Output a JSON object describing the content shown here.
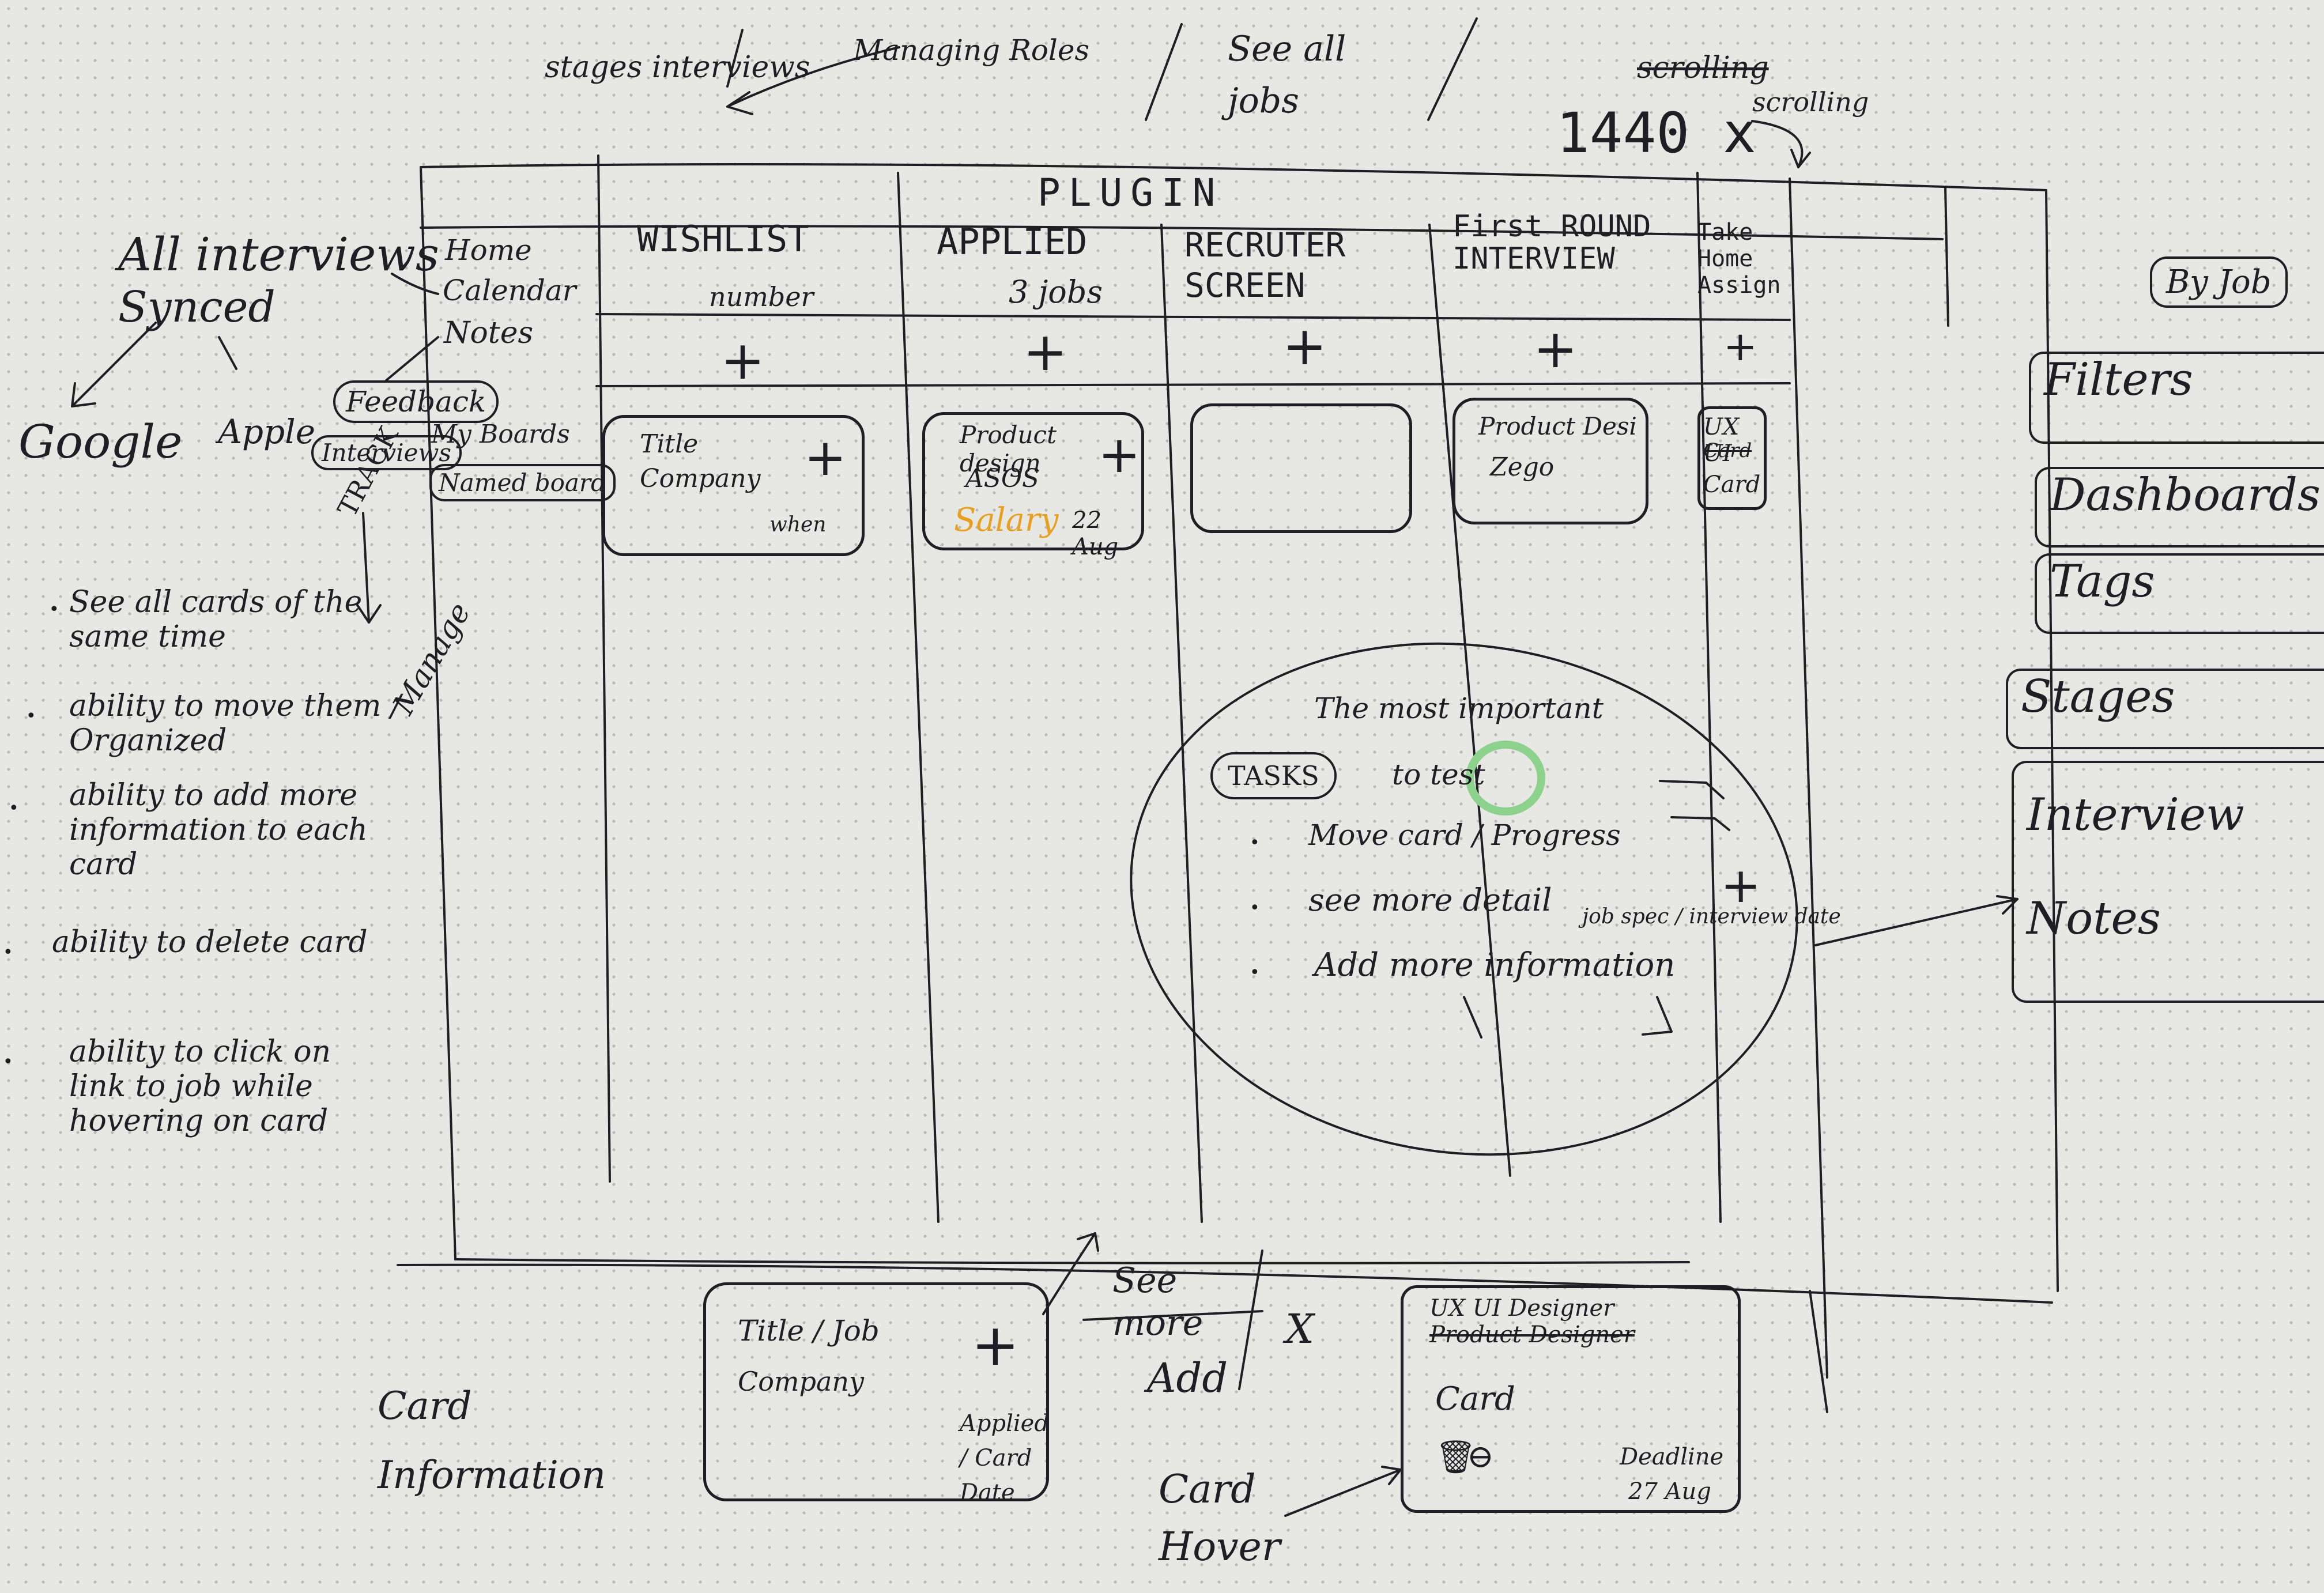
{
  "top_notes": {
    "stages_interviews": "stages interviews",
    "managing_roles": "Managing Roles",
    "see_all_jobs": "See all jobs",
    "scrolling_struck": "scrolling",
    "scrolling": "scrolling",
    "width": "1440 x"
  },
  "header": {
    "plugin": "PLUGIN"
  },
  "sidebar": {
    "home": "Home",
    "calendar": "Calendar",
    "notes": "Notes",
    "feedback": "Feedback",
    "interviews": "Interviews",
    "my_boards": "My Boards",
    "named_board": "Named board"
  },
  "left_notes": {
    "all_interviews": "All interviews",
    "synced": "Synced",
    "google": "Google",
    "apple": "Apple",
    "track": "TRACK",
    "manage": "Manage",
    "bullets": [
      "See all cards of the same time",
      "ability to move them / Organized",
      "ability to add more information to each card",
      "ability to delete card",
      "ability to click on link to job while hovering on card"
    ]
  },
  "columns": [
    {
      "title": "WISHLIST",
      "sub": "number"
    },
    {
      "title": "APPLIED",
      "sub": "3 jobs"
    },
    {
      "title": "RECRUTER SCREEN",
      "sub": ""
    },
    {
      "title": "First ROUND INTERVIEW",
      "sub": ""
    },
    {
      "title": "Take Home Assign",
      "sub": ""
    }
  ],
  "cards": {
    "wishlist": {
      "title": "Title",
      "company": "Company",
      "when": "when"
    },
    "applied": {
      "title": "Product design",
      "company": "ASOS",
      "salary": "Salary",
      "date": "22 Aug"
    },
    "first_round": {
      "title": "Product Desi",
      "company": "Zego"
    },
    "take_home": {
      "title": "UX UI",
      "struck": "Card",
      "company": "Card"
    }
  },
  "right_tabs": {
    "by_job": "By Job",
    "items": [
      "Filters",
      "Dashboards",
      "Tags",
      "Stages",
      "Interview",
      "Notes"
    ]
  },
  "tasks_note": {
    "heading": "The most important",
    "tasks": "TASKS",
    "to_test": "to test",
    "items": [
      "Move card / Progress",
      "see more detail",
      "Add more information"
    ],
    "job_spec": "job spec / interview date"
  },
  "bottom": {
    "card_information": "Card Information",
    "card_title": "Title / Job",
    "card_company": "Company",
    "applied_date": "Applied / Card Date",
    "see_more": "See more",
    "add": "Add",
    "x": "X",
    "card_hover": "Card Hover",
    "hover_card_title": "UX UI Designer",
    "hover_card_struck": "Product Designer",
    "hover_card_label": "Card",
    "hover_deadline": "Deadline",
    "hover_date": "27 Aug"
  },
  "colors": {
    "ink": "#1e1e24",
    "salary": "#e8a020",
    "highlight": "#8cd28c",
    "paper": "#e7e7e4"
  }
}
